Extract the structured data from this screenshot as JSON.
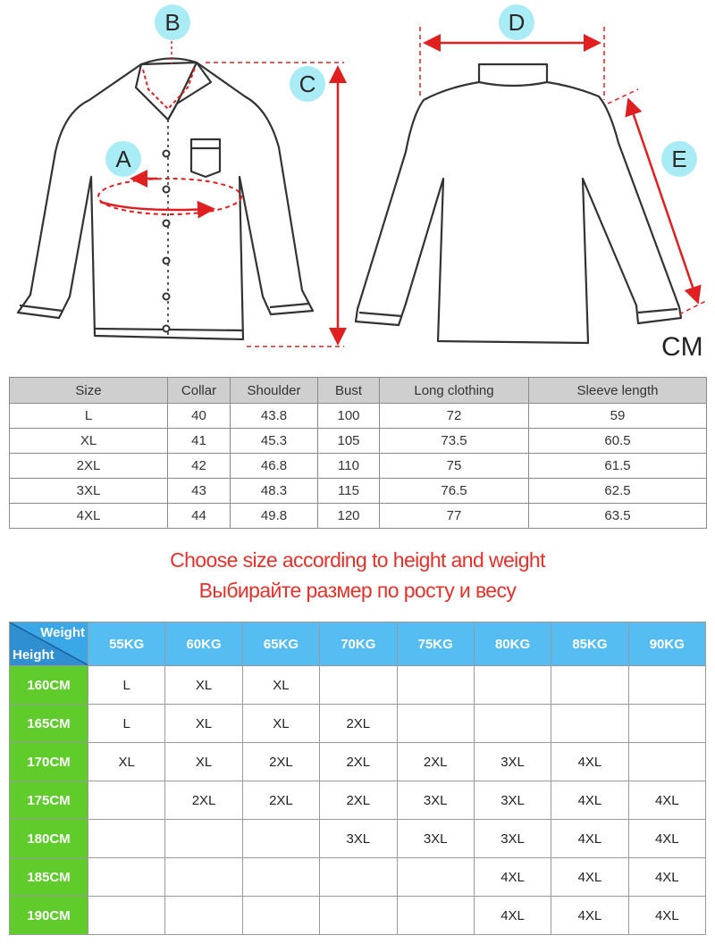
{
  "diagram": {
    "labels": [
      "A",
      "B",
      "C",
      "D",
      "E"
    ],
    "unit": "CM",
    "colors": {
      "arrow": "#e02020",
      "badge": "#a9ecf6",
      "outline": "#333333"
    }
  },
  "size_table": {
    "headers": [
      "Size",
      "Collar",
      "Shoulder",
      "Bust",
      "Long clothing",
      "Sleeve length"
    ],
    "rows": [
      [
        "L",
        "40",
        "43.8",
        "100",
        "72",
        "59"
      ],
      [
        "XL",
        "41",
        "45.3",
        "105",
        "73.5",
        "60.5"
      ],
      [
        "2XL",
        "42",
        "46.8",
        "110",
        "75",
        "61.5"
      ],
      [
        "3XL",
        "43",
        "48.3",
        "115",
        "76.5",
        "62.5"
      ],
      [
        "4XL",
        "44",
        "49.8",
        "120",
        "77",
        "63.5"
      ]
    ]
  },
  "guide": {
    "title_en": "Choose size according to height and weight",
    "title_ru": "Выбирайте размер по росту и весу"
  },
  "weight_table": {
    "corner_weight": "Weight",
    "corner_height": "Height",
    "weights": [
      "55KG",
      "60KG",
      "65KG",
      "70KG",
      "75KG",
      "80KG",
      "85KG",
      "90KG"
    ],
    "rows": [
      {
        "height": "160CM",
        "sizes": [
          "L",
          "XL",
          "XL",
          "",
          "",
          "",
          "",
          ""
        ]
      },
      {
        "height": "165CM",
        "sizes": [
          "L",
          "XL",
          "XL",
          "2XL",
          "",
          "",
          "",
          ""
        ]
      },
      {
        "height": "170CM",
        "sizes": [
          "XL",
          "XL",
          "2XL",
          "2XL",
          "2XL",
          "3XL",
          "4XL",
          ""
        ]
      },
      {
        "height": "175CM",
        "sizes": [
          "",
          "2XL",
          "2XL",
          "2XL",
          "3XL",
          "3XL",
          "4XL",
          "4XL"
        ]
      },
      {
        "height": "180CM",
        "sizes": [
          "",
          "",
          "",
          "3XL",
          "3XL",
          "3XL",
          "4XL",
          "4XL"
        ]
      },
      {
        "height": "185CM",
        "sizes": [
          "",
          "",
          "",
          "",
          "",
          "4XL",
          "4XL",
          "4XL"
        ]
      },
      {
        "height": "190CM",
        "sizes": [
          "",
          "",
          "",
          "",
          "",
          "4XL",
          "4XL",
          "4XL"
        ]
      }
    ],
    "colors": {
      "header": "#55bdf2",
      "height_col": "#5fcc2c"
    }
  }
}
